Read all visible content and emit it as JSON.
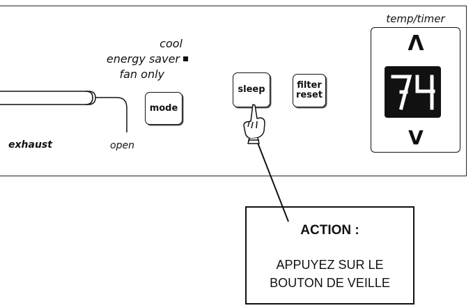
{
  "mode_options": {
    "cool": "cool",
    "energy_saver": "energy saver",
    "fan_only": "fan only"
  },
  "buttons": {
    "mode": "mode",
    "sleep": "sleep",
    "filter_reset_line1": "filter",
    "filter_reset_line2": "reset"
  },
  "vent_lever": {
    "exhaust": "exhaust",
    "open": "open"
  },
  "temp_timer": {
    "label": "temp/timer",
    "up_glyph": "Λ",
    "down_glyph": "V",
    "display_value": "74"
  },
  "callout": {
    "title": "ACTION :",
    "line1": "APPUYEZ SUR LE",
    "line2": "BOUTON DE VEILLE"
  },
  "colors": {
    "ink": "#111111",
    "panel_background": "#ffffff",
    "display_background": "#111111",
    "display_segments": "#ffffff"
  },
  "icons": {
    "pointer": "pointing-hand-icon"
  }
}
